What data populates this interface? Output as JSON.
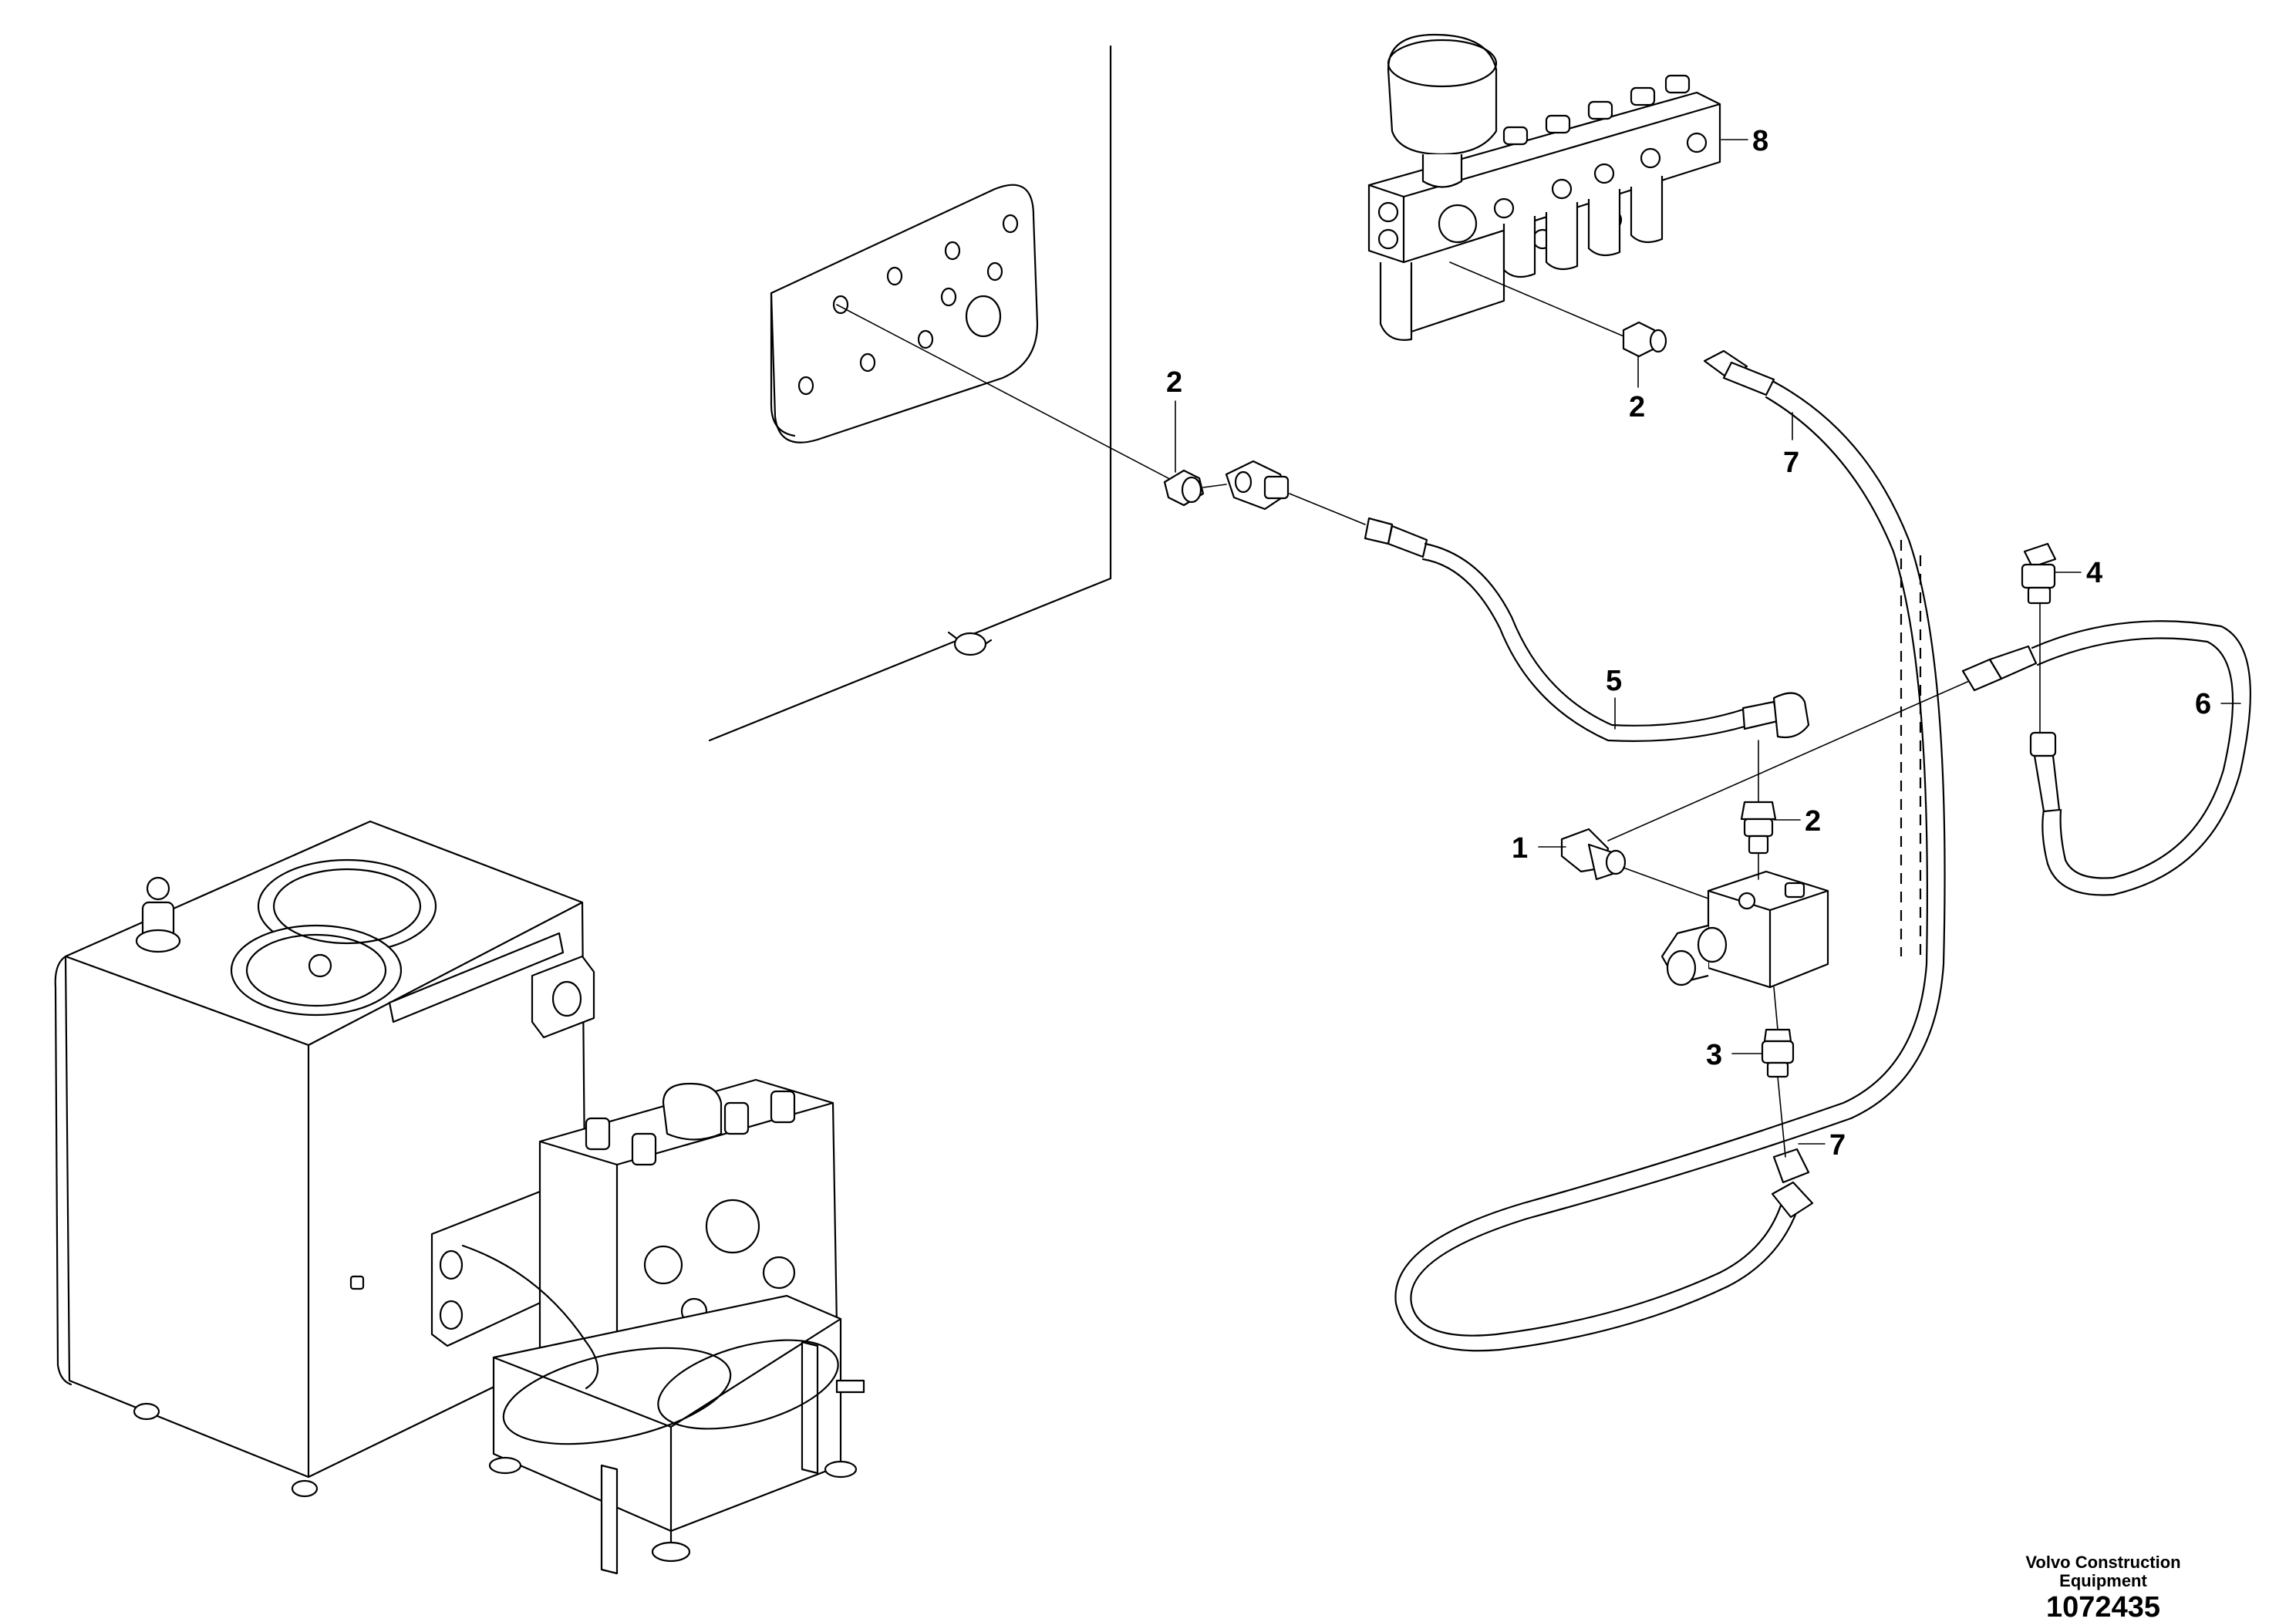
{
  "diagram": {
    "callouts": [
      {
        "id": "c1",
        "label": "1"
      },
      {
        "id": "c2a",
        "label": "2"
      },
      {
        "id": "c2b",
        "label": "2"
      },
      {
        "id": "c2c",
        "label": "2"
      },
      {
        "id": "c3",
        "label": "3"
      },
      {
        "id": "c4",
        "label": "4"
      },
      {
        "id": "c5",
        "label": "5"
      },
      {
        "id": "c6",
        "label": "6"
      },
      {
        "id": "c7a",
        "label": "7"
      },
      {
        "id": "c7b",
        "label": "7"
      },
      {
        "id": "c8",
        "label": "8"
      }
    ]
  },
  "caption": {
    "brand_line1": "Volvo Construction",
    "brand_line2": "Equipment",
    "drawing_number": "1072435"
  }
}
